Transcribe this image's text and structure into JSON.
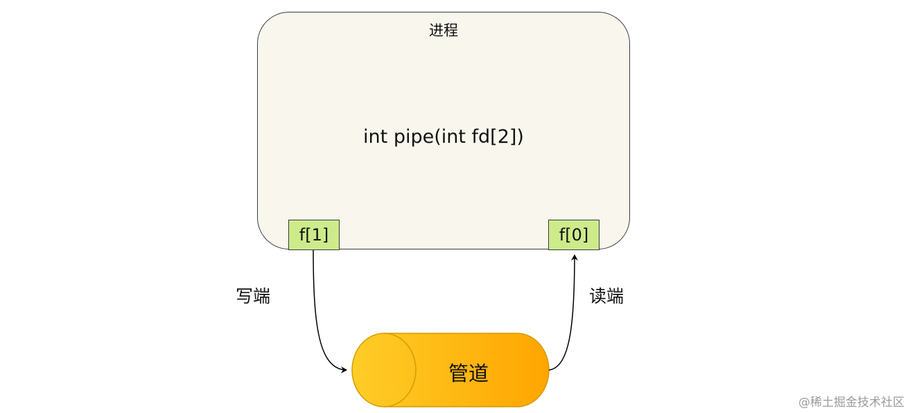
{
  "process": {
    "title": "进程",
    "signature": "int pipe(int fd[2])"
  },
  "fds": {
    "write_fd": "f[1]",
    "read_fd": "f[0]"
  },
  "labels": {
    "write_end": "写端",
    "read_end": "读端"
  },
  "pipe": {
    "label": "管道"
  },
  "watermark": "@稀土掘金技术社区",
  "colors": {
    "process_fill": "#f9f7ed",
    "fd_fill": "#cdeb8b",
    "pipe_light": "#ffcd28",
    "pipe_dark": "#ffa500",
    "stroke": "#36393d"
  }
}
